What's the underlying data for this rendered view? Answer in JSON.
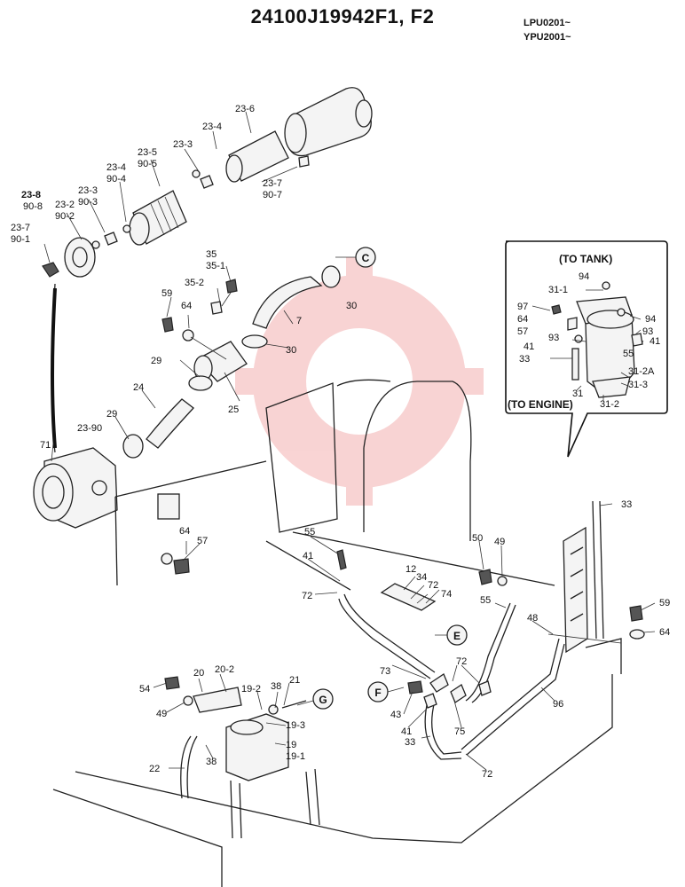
{
  "title": "24100J19942F1, F2",
  "serials": [
    "LPU0201~",
    "YPU2001~"
  ],
  "inset": {
    "to_tank": "(TO TANK)",
    "to_engine": "(TO ENGINE)"
  },
  "callouts": [
    "C",
    "E",
    "F",
    "G"
  ],
  "labels": {
    "l_23_6": "23-6",
    "l_23_4a": "23-4",
    "l_23_3a": "23-3",
    "l_23_5": "23-5",
    "l_90_5": "90-5",
    "l_23_4b": "23-4",
    "l_90_4": "90-4",
    "l_23_7a": "23-7",
    "l_90_7": "90-7",
    "l_23_8": "23-8",
    "l_90_8": "90-8",
    "l_23_2": "23-2",
    "l_90_2": "90-2",
    "l_23_3b": "23-3",
    "l_90_3": "90-3",
    "l_23_7b": "23-7",
    "l_90_1": "90-1",
    "l_35": "35",
    "l_35_1": "35-1",
    "l_35_2": "35-2",
    "l_59a": "59",
    "l_64a": "64",
    "l_30a": "30",
    "l_7": "7",
    "l_30b": "30",
    "l_29a": "29",
    "l_24": "24",
    "l_25": "25",
    "l_29b": "29",
    "l_23_90": "23-90",
    "l_71": "71",
    "l_64b": "64",
    "l_57a": "57",
    "l_55a": "55",
    "l_41a": "41",
    "l_72a": "72",
    "l_12": "12",
    "l_34": "34",
    "l_72b": "72",
    "l_74": "74",
    "l_50": "50",
    "l_49a": "49",
    "l_55b": "55",
    "l_33a": "33",
    "l_59b": "59",
    "l_64c": "64",
    "l_48": "48",
    "l_96": "96",
    "l_73": "73",
    "l_72c": "72",
    "l_75": "75",
    "l_43": "43",
    "l_41b": "41",
    "l_33b": "33",
    "l_72d": "72",
    "l_54": "54",
    "l_49b": "49",
    "l_20": "20",
    "l_20_2": "20-2",
    "l_19_2": "19-2",
    "l_38a": "38",
    "l_21": "21",
    "l_19_3": "19-3",
    "l_19": "19",
    "l_19_1": "19-1",
    "l_38b": "38",
    "l_22": "22",
    "i_94a": "94",
    "i_31_1": "31-1",
    "i_97": "97",
    "i_64": "64",
    "i_57": "57",
    "i_94b": "94",
    "i_93a": "93",
    "i_93b": "93",
    "i_41a": "41",
    "i_41b": "41",
    "i_33": "33",
    "i_55": "55",
    "i_31_2a": "31-2A",
    "i_31_3": "31-3",
    "i_31": "31",
    "i_31_2": "31-2"
  }
}
